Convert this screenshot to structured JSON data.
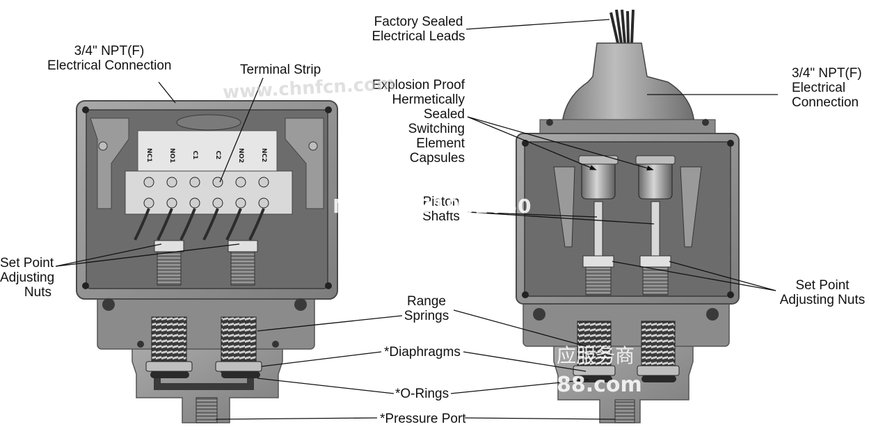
{
  "labels": {
    "npt_left": [
      "3/4\" NPT(F)",
      "Electrical Connection"
    ],
    "terminal_strip": "Terminal Strip",
    "set_point_left": [
      "Set Point",
      "Adjusting",
      "Nuts"
    ],
    "factory_sealed": [
      "Factory Sealed",
      "Electrical Leads"
    ],
    "explosion_proof": [
      "Explosion Proof",
      "Hermetically",
      "Sealed",
      "Switching",
      "Element",
      "Capsules"
    ],
    "npt_right": [
      "3/4\" NPT(F)",
      "Electrical",
      "Connection"
    ],
    "piston_shafts": [
      "Piston",
      "Shafts"
    ],
    "set_point_right": [
      "Set Point",
      "Adjusting Nuts"
    ],
    "range_springs": [
      "Range",
      "Springs"
    ],
    "diaphragms": "*Diaphragms",
    "o_rings": "*O-Rings",
    "pressure_port": "*Pressure Port"
  },
  "terminals": [
    "NC1",
    "NO1",
    "C1",
    "C2",
    "NO2",
    "NC2"
  ],
  "watermarks": {
    "url_top": "www.chnfcn.com",
    "phone_mid": "MP 13681982660",
    "cn_text": "应服务商",
    "url_bottom": "88.com"
  },
  "colors": {
    "housing": "#8f8f8f",
    "housing_dark": "#555555",
    "cavity": "#6e6e6e",
    "metal_light": "#cfcfcf",
    "line": "#111111"
  }
}
